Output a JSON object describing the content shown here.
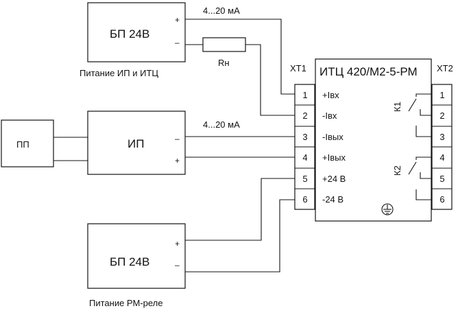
{
  "psu_top": {
    "label": "БП 24В",
    "plus": "+",
    "minus": "–",
    "caption": "Питание ИП и ИТЦ"
  },
  "current_label_top": "4...20 мА",
  "resistor": {
    "label": "Rн"
  },
  "pp": {
    "label": "ПП"
  },
  "ip": {
    "label": "ИП",
    "minus": "–",
    "plus": "+"
  },
  "current_label_mid": "4...20 мА",
  "psu_bottom": {
    "label": "БП 24В",
    "plus": "+",
    "minus": "–",
    "caption": "Питание РМ-реле"
  },
  "device": {
    "title": "ИТЦ 420/М2-5-РМ",
    "xt1_label": "ХТ1",
    "xt2_label": "ХТ2",
    "xt1_terminals": [
      {
        "num": "1",
        "signal": "+Iвх"
      },
      {
        "num": "2",
        "signal": "-Iвх"
      },
      {
        "num": "3",
        "signal": "-Iвых"
      },
      {
        "num": "4",
        "signal": "+Iвых"
      },
      {
        "num": "5",
        "signal": "+24 В"
      },
      {
        "num": "6",
        "signal": "-24 В"
      }
    ],
    "xt2_terminals": [
      "1",
      "2",
      "3",
      "4",
      "5",
      "6"
    ],
    "relay1": "К1",
    "relay2": "К2"
  }
}
